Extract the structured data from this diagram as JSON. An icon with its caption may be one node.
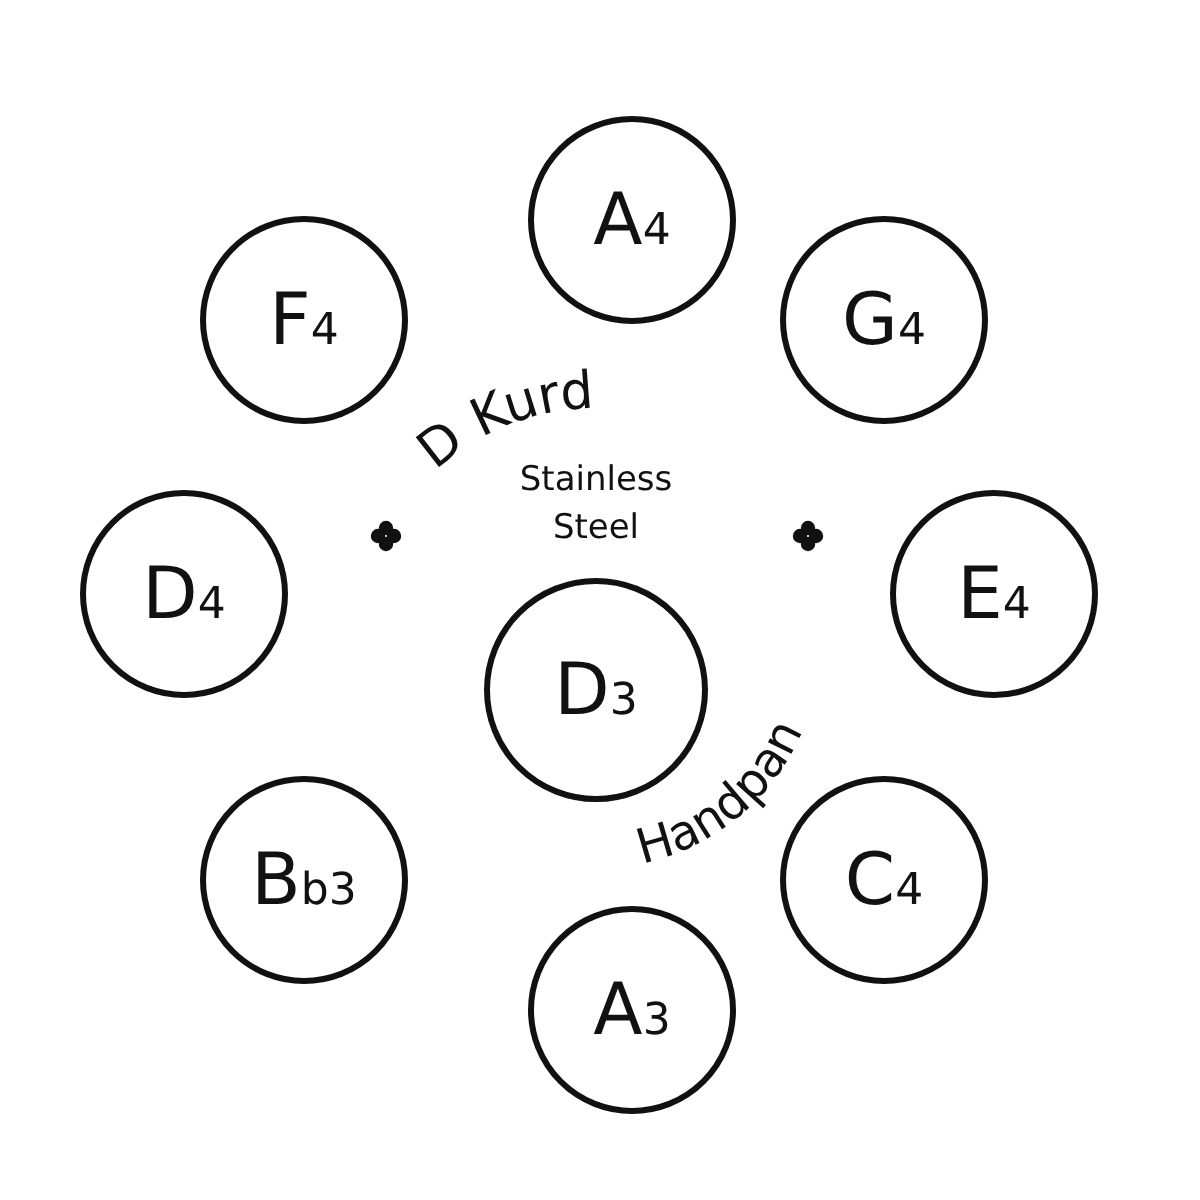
{
  "diagram": {
    "nodes": [
      {
        "text": [
          "A4"
        ]
      },
      {
        "text": [
          "F4"
        ]
      },
      {
        "text": [
          "G4"
        ]
      },
      {
        "text": [
          "D4"
        ]
      },
      {
        "text": [
          "D3"
        ]
      },
      {
        "text": [
          "E4"
        ]
      },
      {
        "text": [
          "Bb3"
        ]
      },
      {
        "text": [
          "C4"
        ]
      },
      {
        "text": [
          "A3"
        ]
      }
    ],
    "labels": [
      "D Kurd",
      "Stainless Steel",
      "Handpan"
    ]
  }
}
